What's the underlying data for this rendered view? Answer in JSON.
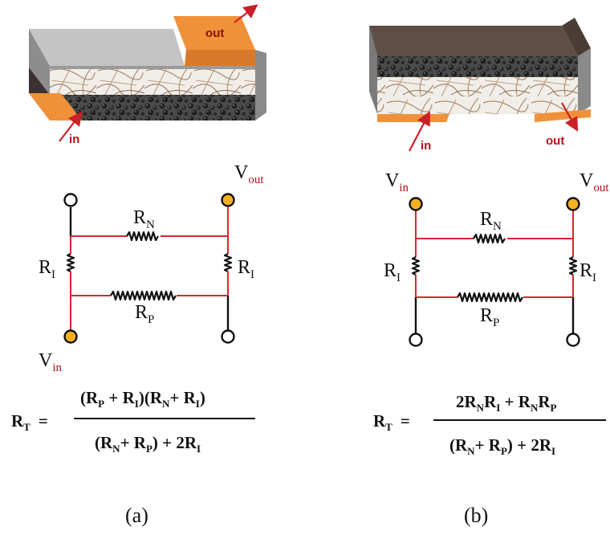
{
  "panel_a": {
    "device": {
      "out_label": "out",
      "in_label": "in"
    },
    "circuit": {
      "vout": {
        "main": "V",
        "sub": "out"
      },
      "vin": {
        "main": "V",
        "sub": "in"
      },
      "rn": {
        "main": "R",
        "sub": "N"
      },
      "ri_left": {
        "main": "R",
        "sub": "I"
      },
      "ri_right": {
        "main": "R",
        "sub": "I"
      },
      "rp": {
        "main": "R",
        "sub": "P"
      }
    },
    "formula": {
      "lhs": "R",
      "lhs_sub": "T",
      "eq": "=",
      "num": [
        [
          "(R",
          ""
        ],
        [
          "P",
          "s"
        ],
        [
          " + R",
          ""
        ],
        [
          "I",
          "s"
        ],
        [
          ")(R",
          ""
        ],
        [
          "N",
          "s"
        ],
        [
          "+ R",
          ""
        ],
        [
          "I",
          "s"
        ],
        [
          ")",
          ""
        ]
      ],
      "den": [
        [
          "(R",
          ""
        ],
        [
          "N",
          "s"
        ],
        [
          "+ R",
          ""
        ],
        [
          "P",
          "s"
        ],
        [
          ") + 2R",
          ""
        ],
        [
          "I",
          "s"
        ]
      ]
    },
    "caption": "(a)"
  },
  "panel_b": {
    "device": {
      "out_label": "out",
      "in_label": "in"
    },
    "circuit": {
      "vin": {
        "main": "V",
        "sub": "in"
      },
      "vout": {
        "main": "V",
        "sub": "out"
      },
      "rn": {
        "main": "R",
        "sub": "N"
      },
      "ri_left": {
        "main": "R",
        "sub": "I"
      },
      "ri_right": {
        "main": "R",
        "sub": "I"
      },
      "rp": {
        "main": "R",
        "sub": "P"
      }
    },
    "formula": {
      "lhs": "R",
      "lhs_sub": "T",
      "eq": "=",
      "num": [
        [
          "2R",
          ""
        ],
        [
          "N",
          "s"
        ],
        [
          "R",
          ""
        ],
        [
          "I",
          "s"
        ],
        [
          " + R",
          ""
        ],
        [
          "N",
          "s"
        ],
        [
          "R",
          ""
        ],
        [
          "P",
          "s"
        ]
      ],
      "den": [
        [
          "(R",
          ""
        ],
        [
          "N",
          "s"
        ],
        [
          "+ R",
          ""
        ],
        [
          "P",
          "s"
        ],
        [
          ") + 2R",
          ""
        ],
        [
          "I",
          "s"
        ]
      ]
    },
    "caption": "(b)"
  },
  "colors": {
    "wire": "#d7262d",
    "terminal_fill": "#f5b01f",
    "electrode": "#f0913a",
    "label_red": "#b3121a"
  }
}
